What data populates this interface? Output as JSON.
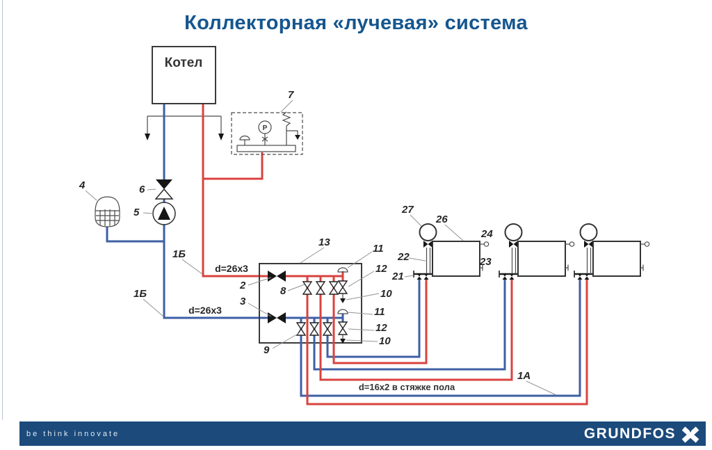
{
  "slide": {
    "title": "Коллекторная «лучевая» система"
  },
  "diagram": {
    "boiler_label": "Котел",
    "gauge_letter": "Р",
    "supply_dim": "d=26x3",
    "return_dim": "d=26x3",
    "floor_dim": "d=16x2 в стяжке пола",
    "callouts": {
      "c1a": "1А",
      "c1b": "1Б",
      "c2": "2",
      "c3": "3",
      "c4": "4",
      "c5": "5",
      "c6": "6",
      "c7": "7",
      "c8": "8",
      "c9": "9",
      "c10": "10",
      "c11": "11",
      "c12": "12",
      "c13": "13",
      "c21": "21",
      "c22": "22",
      "c23": "23",
      "c24": "24",
      "c26": "26",
      "c27": "27"
    },
    "colors": {
      "supply_pipe": "#d8433f",
      "return_pipe": "#3e5fa5",
      "outline": "#3a3a3a",
      "title": "#15568f",
      "footer_bg": "#1b4a7b"
    }
  },
  "footer": {
    "tagline": "be think innovate",
    "brand": "GRUNDFOS"
  }
}
